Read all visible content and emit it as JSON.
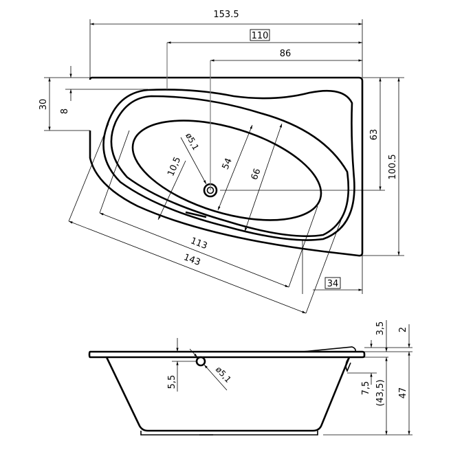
{
  "top_view": {
    "overall_length": "153.5",
    "boxed_length": "110",
    "drain_offset_x": "86",
    "left_depth": "30",
    "left_offset": "8",
    "drain_offset_y": "63",
    "overall_width": "100.5",
    "drain_diameter": "ø5,1",
    "rim_width": "10,5",
    "inner_width": "54",
    "basin_width": "66",
    "inner_length": "113",
    "outer_length": "143",
    "boxed_corner": "34"
  },
  "side_view": {
    "rim_height_offset": "3,5",
    "top_offset": "2",
    "overflow_depth": "5,5",
    "overflow_diameter": "ø5,1",
    "apron_height": "7,5",
    "inner_depth": "(43,5)",
    "total_height": "47"
  }
}
